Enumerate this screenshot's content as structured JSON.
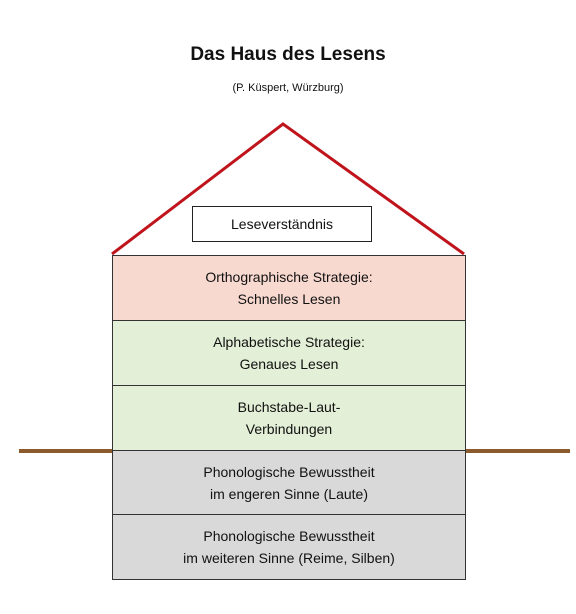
{
  "title": "Das Haus des Lesens",
  "subtitle": "(P. Küspert, Würzburg)",
  "roof": {
    "label": "Leseverständnis",
    "line_color": "#c0141c"
  },
  "ground_color": "#8c5a2b",
  "layers": [
    {
      "line1": "Orthographische Strategie:",
      "line2": "Schnelles Lesen",
      "color": "#f8d9d0"
    },
    {
      "line1": "Alphabetische Strategie:",
      "line2": "Genaues Lesen",
      "color": "#e3efd6"
    },
    {
      "line1": "Buchstabe-Laut-",
      "line2": "Verbindungen",
      "color": "#e3efd6"
    },
    {
      "line1": "Phonologische Bewusstheit",
      "line2": "im engeren Sinne (Laute)",
      "color": "#d9d9d9"
    },
    {
      "line1": "Phonologische Bewusstheit",
      "line2": "im weiteren Sinne (Reime, Silben)",
      "color": "#d9d9d9"
    }
  ]
}
